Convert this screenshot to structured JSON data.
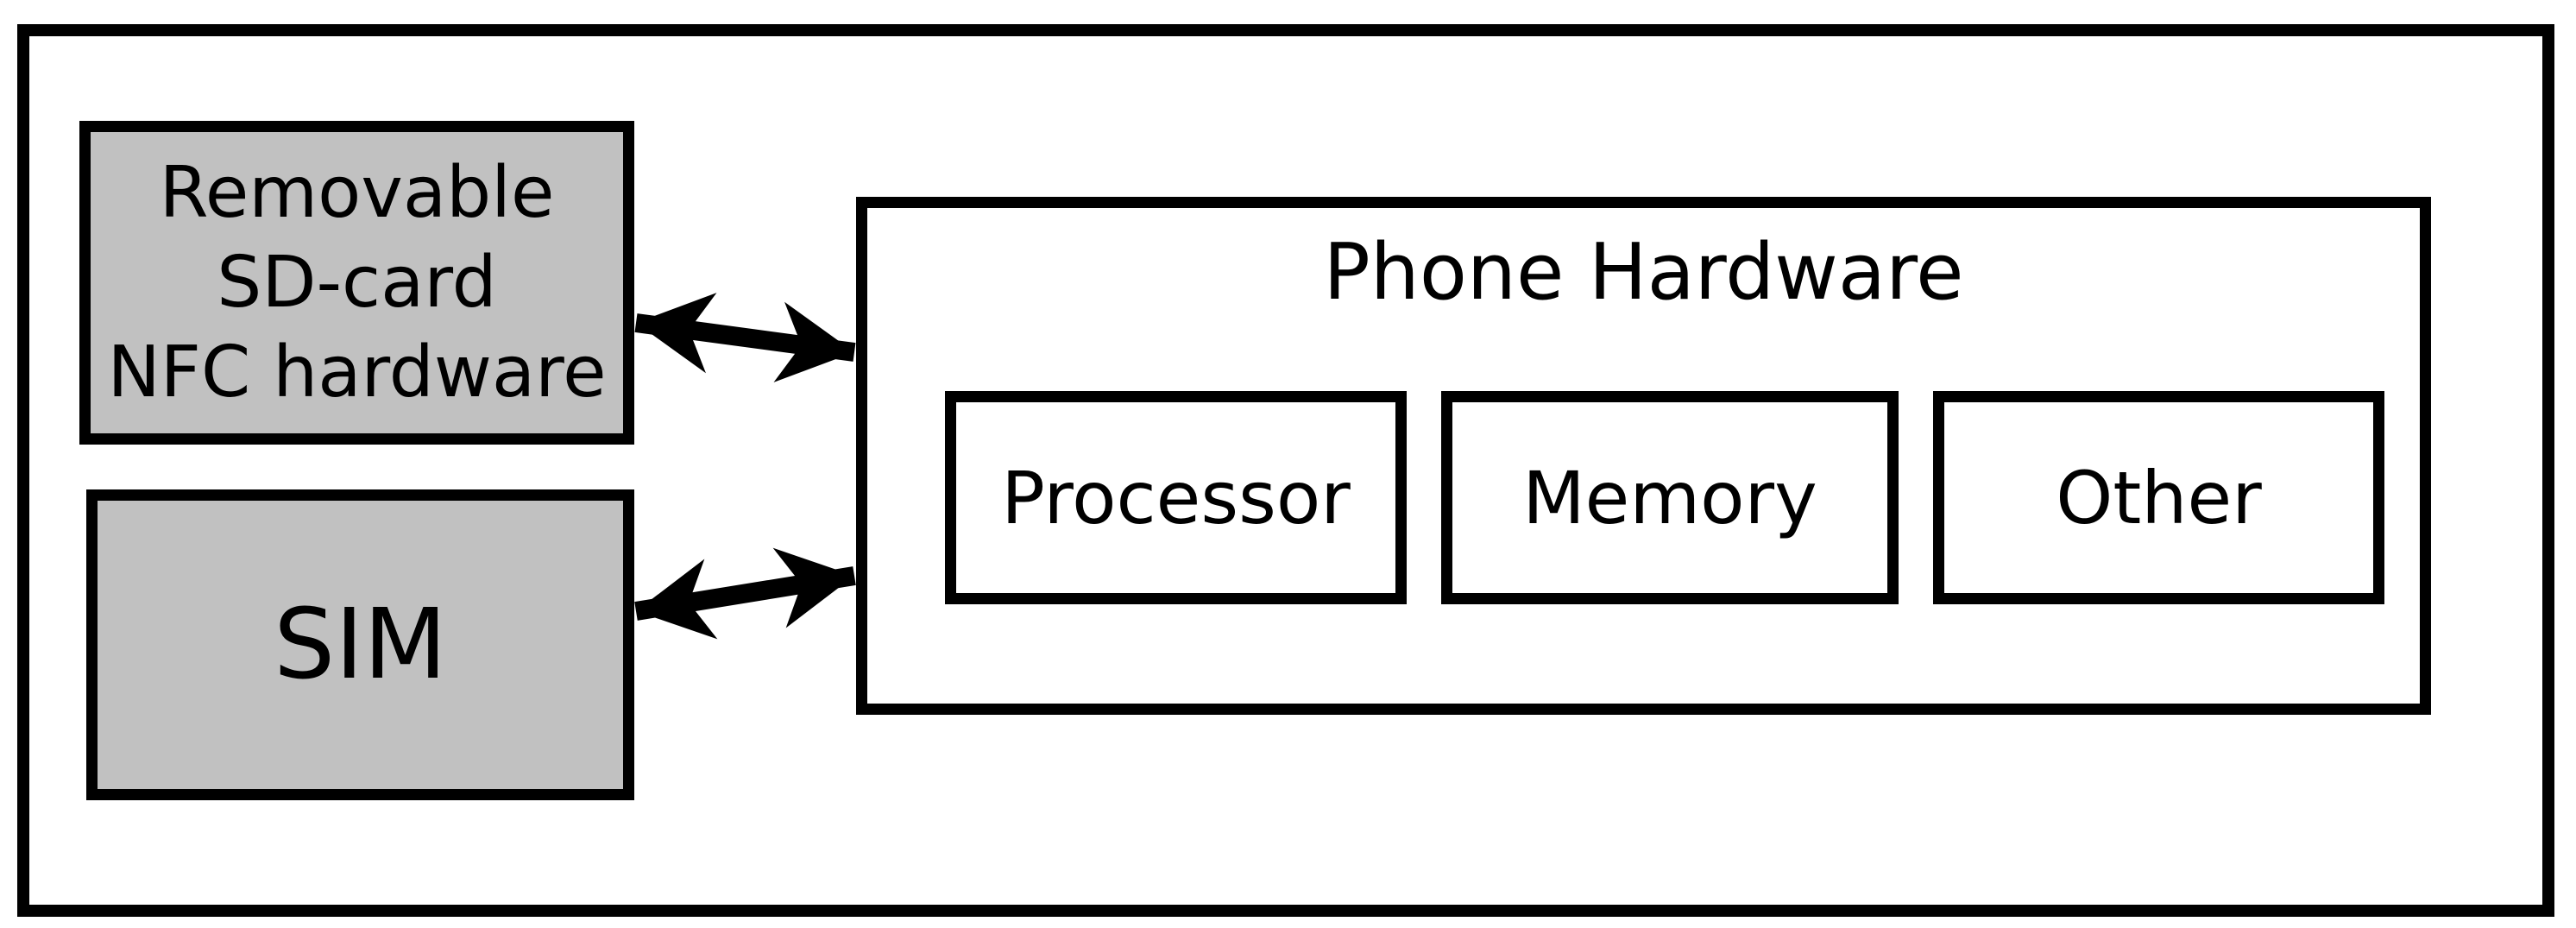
{
  "diagram": {
    "nodes": {
      "removable": {
        "lines": [
          "Removable",
          "SD-card",
          "NFC hardware"
        ]
      },
      "sim": {
        "label": "SIM"
      },
      "phone": {
        "title": "Phone Hardware",
        "children": [
          {
            "label": "Processor"
          },
          {
            "label": "Memory"
          },
          {
            "label": "Other"
          }
        ]
      }
    },
    "edges": [
      {
        "from": "removable-sd-nfc",
        "to": "phone-hardware",
        "type": "bidirectional"
      },
      {
        "from": "sim",
        "to": "phone-hardware",
        "type": "bidirectional"
      }
    ],
    "colors": {
      "background": "#ffffff",
      "stroke": "#000000",
      "gray_node_fill": "#c1c1c1",
      "text": "#000000"
    }
  }
}
